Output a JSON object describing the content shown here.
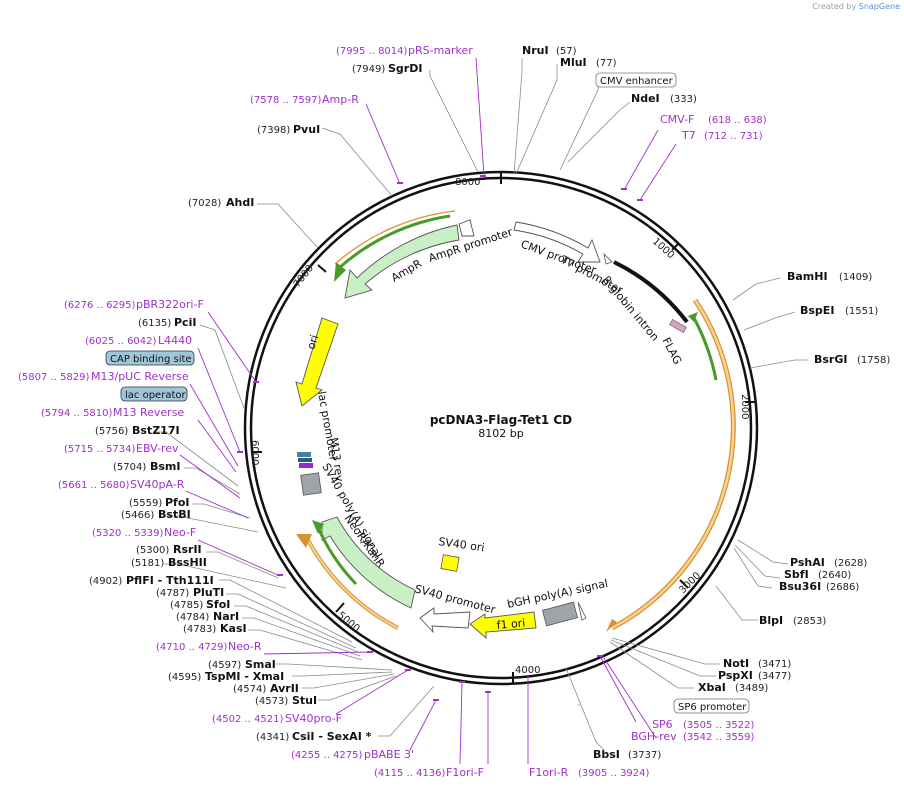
{
  "credit": {
    "prefix": "Created by",
    "brand": "SnapGene"
  },
  "plasmid": {
    "name": "pcDNA3-Flag-Tet1 CD",
    "size": "8102 bp"
  },
  "ticks": [
    "1000",
    "2000",
    "3000",
    "4000",
    "5000",
    "6000",
    "7000",
    "8000"
  ],
  "feature_labels": [
    "CMV promoter",
    "T7 promoter",
    "β-globin intron",
    "FLAG",
    "AmpR promoter",
    "AmpR",
    "ori",
    "lac promoter",
    "M13 rev",
    "SV40 poly(A) signal",
    "NeoR/KanR",
    "SV40 ori",
    "SV40 promoter",
    "f1 ori",
    "bGH poly(A) signal"
  ],
  "sites": [
    {
      "name": "NruI",
      "pos": "(57)"
    },
    {
      "name": "MluI",
      "pos": "(77)"
    },
    {
      "name": "NdeI",
      "pos": "(333)"
    },
    {
      "name": "BamHI",
      "pos": "(1409)"
    },
    {
      "name": "BspEI",
      "pos": "(1551)"
    },
    {
      "name": "BsrGI",
      "pos": "(1758)"
    },
    {
      "name": "PshAI",
      "pos": "(2628)"
    },
    {
      "name": "SbfI",
      "pos": "(2640)"
    },
    {
      "name": "Bsu36I",
      "pos": "(2686)"
    },
    {
      "name": "BlpI",
      "pos": "(2853)"
    },
    {
      "name": "NotI",
      "pos": "(3471)"
    },
    {
      "name": "PspXI",
      "pos": "(3477)"
    },
    {
      "name": "XbaI",
      "pos": "(3489)"
    },
    {
      "name": "BbsI",
      "pos": "(3737)"
    },
    {
      "name": "SgrDI",
      "pos": "(7949)"
    },
    {
      "name": "PvuI",
      "pos": "(7398)"
    },
    {
      "name": "AhdI",
      "pos": "(7028)"
    },
    {
      "name": "PciI",
      "pos": "(6135)"
    },
    {
      "name": "BstZ17I",
      "pos": "(5756)"
    },
    {
      "name": "BsmI",
      "pos": "(5704)"
    },
    {
      "name": "PfoI",
      "pos": "(5559)"
    },
    {
      "name": "BstBI",
      "pos": "(5466)"
    },
    {
      "name": "RsrII",
      "pos": "(5300)"
    },
    {
      "name": "BssHII",
      "pos": "(5181)"
    },
    {
      "name": "PflFI - Tth111I",
      "pos": "(4902)"
    },
    {
      "name": "PluTI",
      "pos": "(4787)"
    },
    {
      "name": "SfoI",
      "pos": "(4785)"
    },
    {
      "name": "NarI",
      "pos": "(4784)"
    },
    {
      "name": "KasI",
      "pos": "(4783)"
    },
    {
      "name": "SmaI",
      "pos": "(4597)"
    },
    {
      "name": "TspMI - XmaI",
      "pos": "(4595)"
    },
    {
      "name": "AvrII",
      "pos": "(4574)"
    },
    {
      "name": "StuI",
      "pos": "(4573)"
    },
    {
      "name": "CsiI - SexAI *",
      "pos": "(4341)"
    }
  ],
  "primers": [
    {
      "name": "pRS-marker",
      "pos": "(7995 .. 8014)"
    },
    {
      "name": "Amp-R",
      "pos": "(7578 .. 7597)"
    },
    {
      "name": "CMV-F",
      "pos": "(618 .. 638)"
    },
    {
      "name": "T7",
      "pos": "(712 .. 731)"
    },
    {
      "name": "pBR322ori-F",
      "pos": "(6276 .. 6295)"
    },
    {
      "name": "L4440",
      "pos": "(6025 .. 6042)"
    },
    {
      "name": "M13/pUC Reverse",
      "pos": "(5807 .. 5829)"
    },
    {
      "name": "M13 Reverse",
      "pos": "(5794 .. 5810)"
    },
    {
      "name": "EBV-rev",
      "pos": "(5715 .. 5734)"
    },
    {
      "name": "SV40pA-R",
      "pos": "(5661 .. 5680)"
    },
    {
      "name": "Neo-F",
      "pos": "(5320 .. 5339)"
    },
    {
      "name": "Neo-R",
      "pos": "(4710 .. 4729)"
    },
    {
      "name": "SV40pro-F",
      "pos": "(4502 .. 4521)"
    },
    {
      "name": "pBABE 3'",
      "pos": "(4255 .. 4275)"
    },
    {
      "name": "F1ori-F",
      "pos": "(4115 .. 4136)"
    },
    {
      "name": "F1ori-R",
      "pos": "(3905 .. 3924)"
    },
    {
      "name": "SP6",
      "pos": "(3505 .. 3522)"
    },
    {
      "name": "BGH-rev",
      "pos": "(3542 .. 3559)"
    }
  ],
  "boxed_labels": [
    "CMV enhancer",
    "SP6 promoter",
    "CAP binding site",
    "lac operator"
  ]
}
